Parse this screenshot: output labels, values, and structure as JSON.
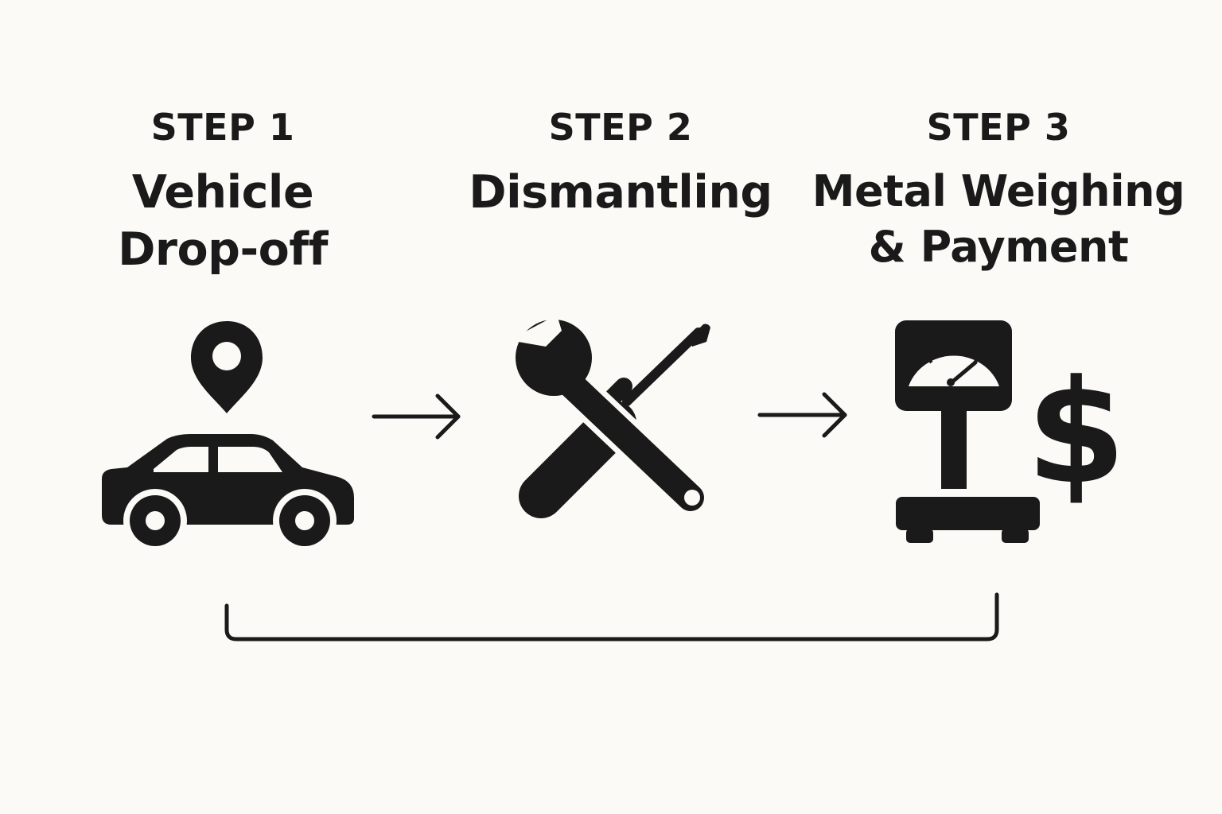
{
  "steps": [
    {
      "number": "STEP 1",
      "title_lines": [
        "Vehicle",
        "Drop-off"
      ],
      "icons": [
        "location-pin-icon",
        "car-icon"
      ]
    },
    {
      "number": "STEP 2",
      "title_lines": [
        "Dismantling"
      ],
      "icons": [
        "wrench-icon",
        "screwdriver-icon"
      ]
    },
    {
      "number": "STEP 3",
      "title_lines": [
        "Metal Weighing",
        "& Payment"
      ],
      "icons": [
        "weighing-scale-icon",
        "dollar-icon"
      ]
    }
  ],
  "dollar_symbol": "$",
  "colors": {
    "ink": "#1a1a1a",
    "background": "#fbfaf6"
  }
}
